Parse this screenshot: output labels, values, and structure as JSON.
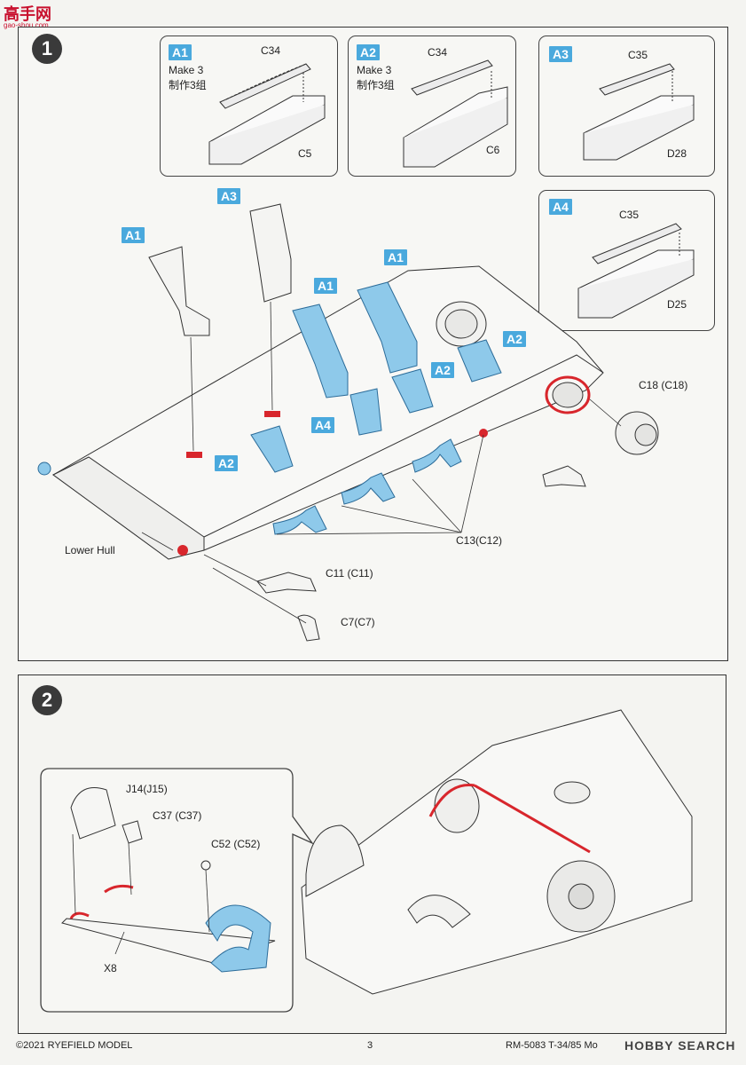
{
  "header": {
    "logo_text": "高手网",
    "logo_url_text": "gao-shou.com"
  },
  "step1": {
    "number": "1",
    "boxes": [
      {
        "tag": "A1",
        "note": "Make 3",
        "note_cn": "制作3组",
        "spring": "C34",
        "part": "C5"
      },
      {
        "tag": "A2",
        "note": "Make 3",
        "note_cn": "制作3组",
        "spring": "C34",
        "part": "C6"
      },
      {
        "tag": "A3",
        "spring": "C35",
        "part": "D28"
      },
      {
        "tag": "A4",
        "spring": "C35",
        "part": "D25"
      }
    ],
    "tags": {
      "a1_left": "A1",
      "a3": "A3",
      "a1_mid": "A1",
      "a1_right": "A1",
      "a2_right": "A2",
      "a2_mid": "A2",
      "a4": "A4",
      "a2_left": "A2"
    },
    "labels": {
      "lower_hull": "Lower Hull",
      "c18": "C18 (C18)",
      "c13": "C13(C12)",
      "c11": "C11 (C11)",
      "c7": "C7(C7)"
    }
  },
  "step2": {
    "number": "2",
    "labels": {
      "j14": "J14(J15)",
      "c37": "C37 (C37)",
      "c52": "C52 (C52)",
      "x8": "X8"
    }
  },
  "footer": {
    "copyright": "©2021 RYEFIELD MODEL",
    "page": "3",
    "model_ref": "RM-5083 T-34/85 Mo",
    "watermark": "HOBBY SEARCH"
  },
  "colors": {
    "blue_part": "#8ec9ea",
    "tag_blue": "#4aa9dd",
    "red": "#d8262c"
  }
}
